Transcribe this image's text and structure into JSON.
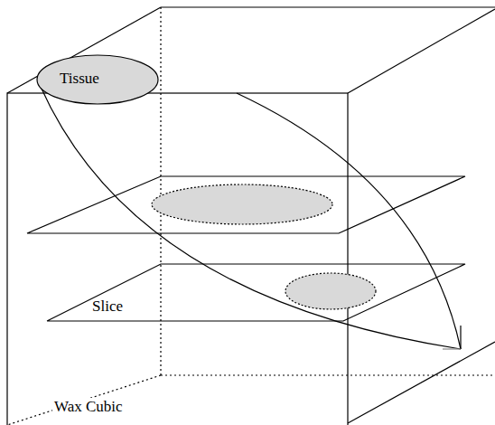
{
  "diagram": {
    "nodes": [
      {
        "text": [
          "Wax Cubic"
        ]
      },
      {
        "text": [
          "Tissue"
        ],
        "in": 0
      },
      {
        "text": [
          "Slice"
        ],
        "in": 0
      }
    ]
  }
}
